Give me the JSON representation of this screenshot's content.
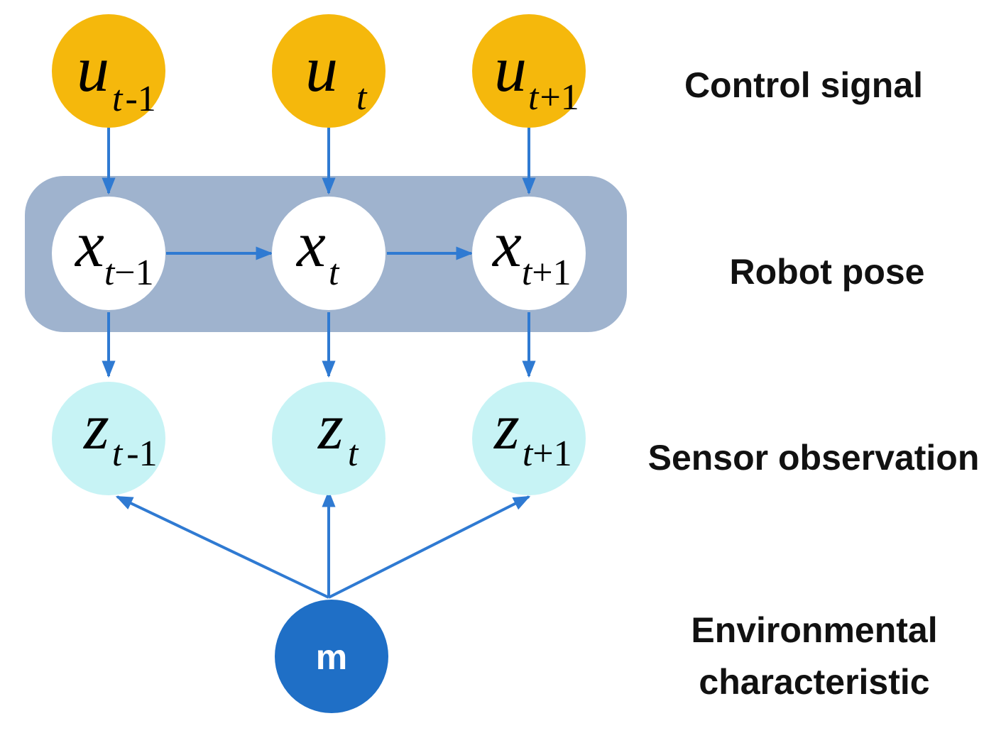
{
  "colors": {
    "control_node": "#F5B80C",
    "pose_band": "#9FB3CE",
    "pose_node": "#FFFFFF",
    "observation_node": "#C7F3F5",
    "environment_node": "#1F6FC6",
    "arrow": "#2F7AD2"
  },
  "control_nodes": [
    {
      "main": "u",
      "sub": "t",
      "sub_tail": "-1"
    },
    {
      "main": "u",
      "sub": "t",
      "sub_tail": ""
    },
    {
      "main": "u",
      "sub": "t",
      "sub_tail": "+1"
    }
  ],
  "pose_nodes": [
    {
      "main": "x",
      "sub": "t",
      "sub_tail": "−1"
    },
    {
      "main": "x",
      "sub": "t",
      "sub_tail": ""
    },
    {
      "main": "x",
      "sub": "t",
      "sub_tail": "+1"
    }
  ],
  "observation_nodes": [
    {
      "main": "z",
      "sub": "t",
      "sub_tail": "-1"
    },
    {
      "main": "z",
      "sub": "t",
      "sub_tail": ""
    },
    {
      "main": "z",
      "sub": "t",
      "sub_tail": "+1"
    }
  ],
  "environment_node": {
    "label": "m"
  },
  "row_labels": {
    "control": "Control signal",
    "pose": "Robot pose",
    "observation": "Sensor observation",
    "environment_line1": "Environmental",
    "environment_line2": "characteristic"
  }
}
